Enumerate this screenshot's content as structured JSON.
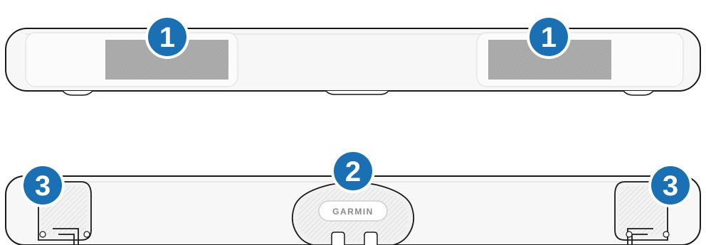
{
  "figure": {
    "brand_label": "GARMIN"
  },
  "callouts": {
    "electrode_left": "1",
    "electrode_right": "1",
    "module": "2",
    "strap_left": "3",
    "strap_right": "3"
  },
  "colors": {
    "callout_fill": "#1b6fb3",
    "electrode_pad": "#a9a9a9",
    "strap_outline": "#1a1a1a",
    "strap_fill": "#f7f7f7"
  }
}
